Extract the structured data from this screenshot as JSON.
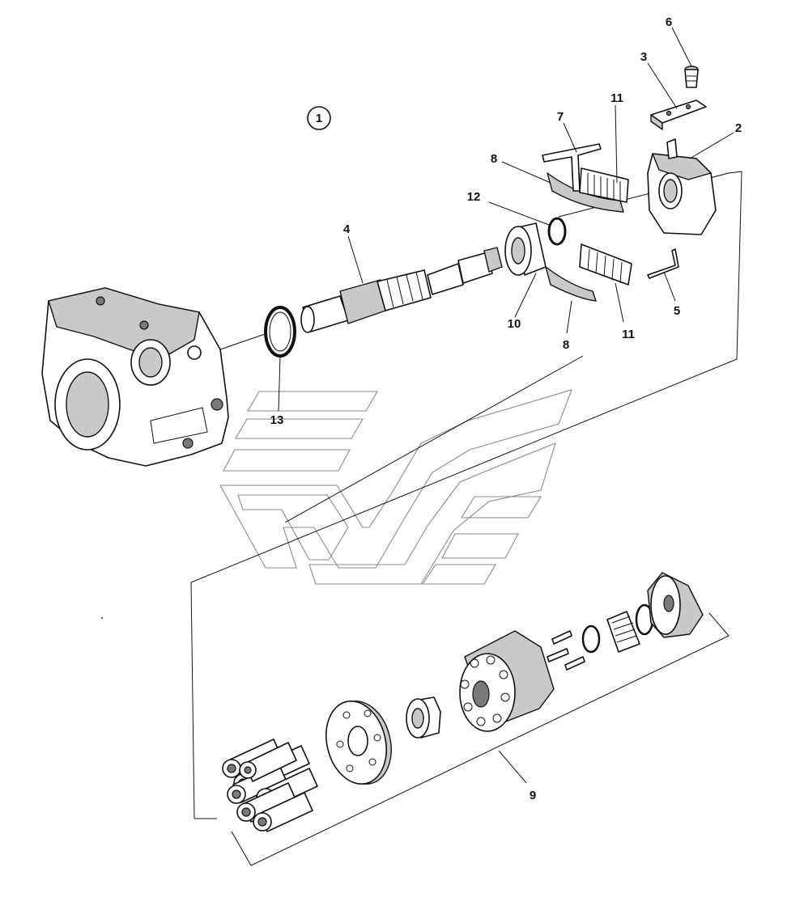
{
  "figure": {
    "group_number": "1",
    "callouts": {
      "c2": "2",
      "c3": "3",
      "c4": "4",
      "c5": "5",
      "c6": "6",
      "c7": "7",
      "c8a": "8",
      "c8b": "8",
      "c9": "9",
      "c10": "10",
      "c11a": "11",
      "c11b": "11",
      "c12": "12",
      "c13": "13"
    }
  }
}
